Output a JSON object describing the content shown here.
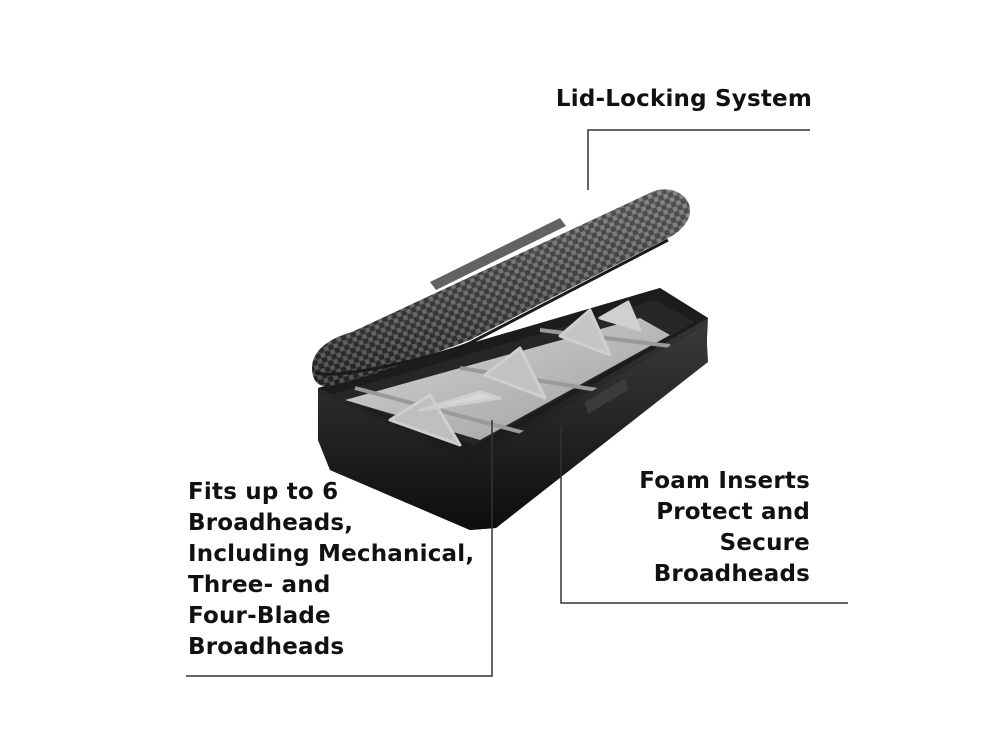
{
  "callouts": {
    "lid_locking": {
      "lines": [
        "Lid-Locking System"
      ]
    },
    "foam_inserts": {
      "lines": [
        "Foam Inserts",
        "Protect and",
        "Secure",
        "Broadheads"
      ]
    },
    "fits_up_to": {
      "lines": [
        "Fits up to 6",
        "Broadheads,",
        "Including Mechanical,",
        "Three- and",
        "Four-Blade",
        "Broadheads"
      ]
    }
  },
  "colors": {
    "text": "#111111",
    "leader_line": "#333333",
    "case_body": "#1a1a1a",
    "lid_pattern_dark": "#2a2a2a",
    "lid_pattern_light": "#6a6a6a",
    "foam": "#bdbdbd",
    "blade": "#c8c8c8"
  },
  "icons": {
    "product": "broadhead-case-image"
  }
}
